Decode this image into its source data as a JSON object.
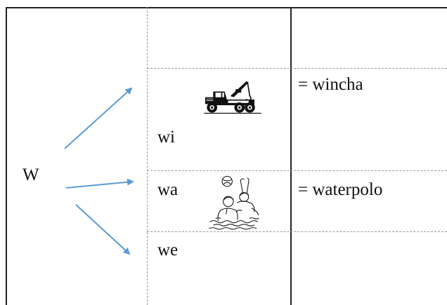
{
  "letter": "W",
  "rows": [
    {
      "syllable": "wi",
      "word": "= wincha",
      "picture": "tow-truck-icon"
    },
    {
      "syllable": "wa",
      "word": "= waterpolo",
      "picture": "waterpolo-players-icon"
    },
    {
      "syllable": "we",
      "word": "",
      "picture": ""
    }
  ],
  "colors": {
    "arrow": "#5b9bd5",
    "border": "#222222",
    "dashed_border": "#9a9a9a"
  }
}
